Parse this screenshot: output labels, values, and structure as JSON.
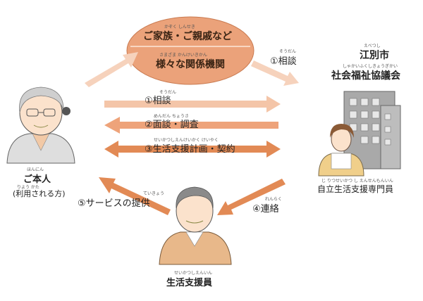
{
  "ellipse": {
    "top_ruby": "かぞく しんせき",
    "top_label": "ご家族・ご親戚など",
    "bottom_ruby": "さまざま かんけいきかん",
    "bottom_label": "様々な関係機関"
  },
  "council": {
    "ruby_city": "えべつし",
    "city": "江別市",
    "ruby_name": "しゃかいふくしきょうぎかい",
    "name": "社会福祉協議会",
    "staff_ruby": "じ りつせいかつ し えんせんもんいん",
    "staff": "自立生活支援専門員"
  },
  "person": {
    "ruby": "ほんにん",
    "label": "ご本人",
    "sub_ruby": "りよう かた",
    "sub": "(利用される方)"
  },
  "supporter": {
    "ruby": "せいかつしえんいん",
    "label": "生活支援員"
  },
  "steps": {
    "s1_top_ruby": "そうだん",
    "s1_top": "①相談",
    "s1_ruby": "そうだん",
    "s1": "①相談",
    "s2_ruby": "めんだん ちょうさ",
    "s2": "②面談・調査",
    "s3_ruby": "せいかつしえんけいかく けいやく",
    "s3": "③生活支援計画・契約",
    "s4_ruby": "れんらく",
    "s4": "④連絡",
    "s5_ruby": "ていきょう",
    "s5": "⑤サービスの提供"
  },
  "colors": {
    "ellipse": "#eba27a",
    "arrow_light": "#f4c5a8",
    "arrow_mid": "#eea37a",
    "arrow_dark": "#e28a55"
  }
}
